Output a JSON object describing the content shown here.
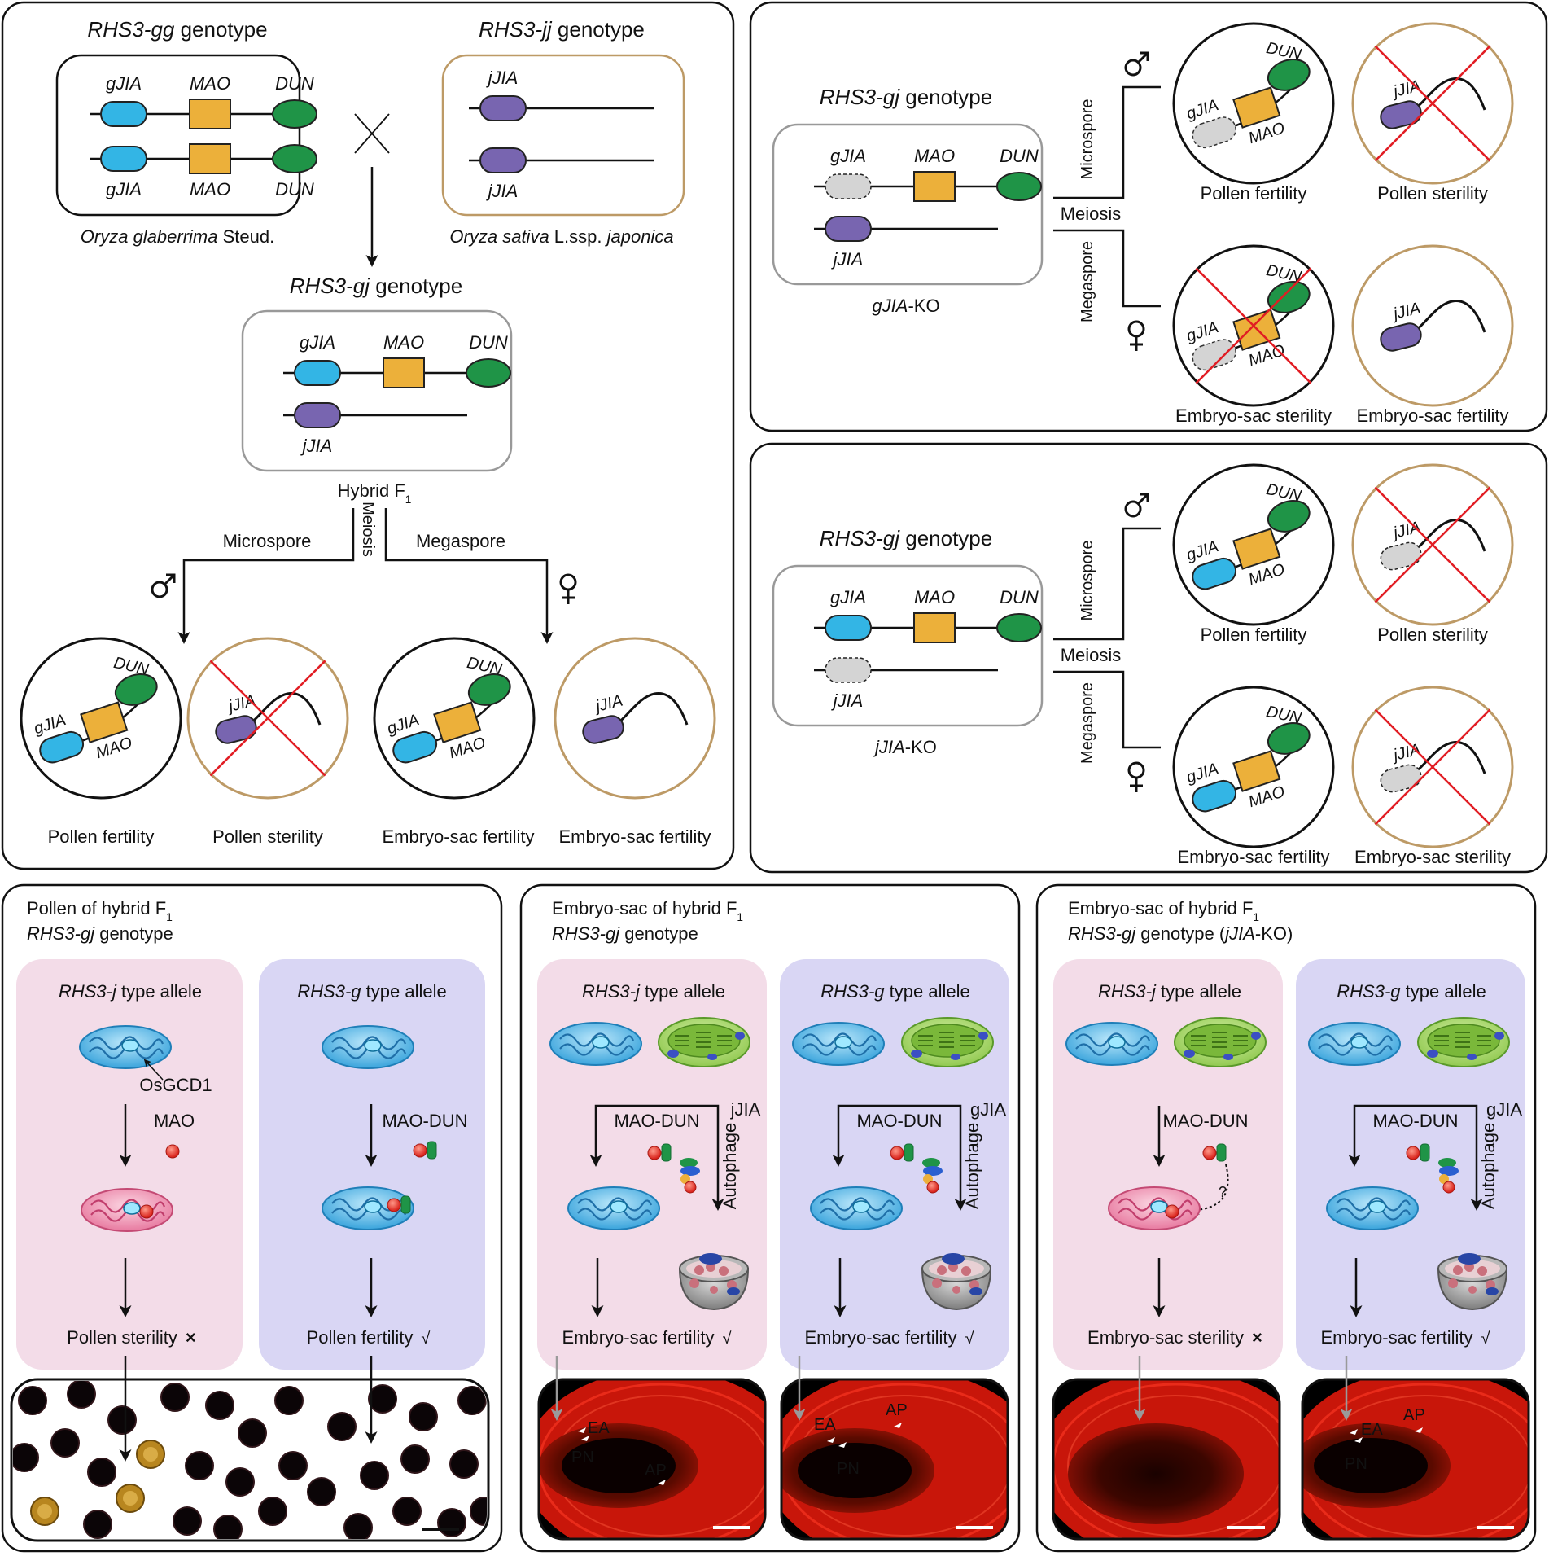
{
  "colors": {
    "gJIA": "#33b5e5",
    "jJIA": "#7865b0",
    "MAO": "#ecb03a",
    "DUN": "#1f9447",
    "ko": "#d4d4d4",
    "pinkPanel": "#f3dce8",
    "bluePanel": "#d9d6f4",
    "red": "#e11d24",
    "fertileRing": "#111111",
    "sterileRing": "#bd9a66",
    "check": "#2e9c45"
  },
  "icons": {
    "male": "male-symbol-icon",
    "female": "female-symbol-icon",
    "cross": "cross-mark-icon",
    "check": "check-mark-icon",
    "mito": "mitochondrion-icon",
    "chloro": "chloroplast-icon",
    "auto": "autophagosome-icon",
    "protein": "protein-complex-icon"
  },
  "labels": {
    "gJIA": "gJIA",
    "jJIA": "jJIA",
    "MAO": "MAO",
    "DUN": "DUN",
    "microspore": "Microspore",
    "megaspore": "Megaspore",
    "meiosis": "Meiosis",
    "pollenFertility": "Pollen fertility",
    "pollenSterility": "Pollen sterility",
    "esFertility": "Embryo-sac fertility",
    "esSterility": "Embryo-sac sterility"
  },
  "panelA": {
    "ggItalic": "RHS3-gg",
    "ggRest": " genotype",
    "jjItalic": "RHS3-jj",
    "jjRest": " genotype",
    "glaberrimaItalic": "Oryza glaberrima",
    "glaberrimaRest": " Steud.",
    "sativaItalic": "Oryza sativa",
    "sativaRest": " L.ssp. ",
    "japonica": "japonica",
    "gjItalic": "RHS3-gj",
    "gjRest": " genotype",
    "hybridF": "Hybrid F",
    "hybridSub": "1"
  },
  "panelB": {
    "gjItalic": "RHS3-gj",
    "gjRest": " genotype",
    "koItalic": "gJIA",
    "koRest": "-KO"
  },
  "panelC": {
    "gjItalic": "RHS3-gj",
    "gjRest": " genotype",
    "koItalic": "jJIA",
    "koRest": "-KO"
  },
  "panelD": {
    "title1": "Pollen of hybrid F",
    "title1sub": "1",
    "title2Italic": "RHS3-gj",
    "title2Rest": " genotype",
    "leftItalic": "RHS3-j",
    "leftRest": " type allele",
    "rightItalic": "RHS3-g",
    "rightRest": " type allele",
    "osgcd1": "OsGCD1",
    "mao": "MAO",
    "maoDun": "MAO-DUN",
    "leftResult": "Pollen sterility",
    "rightResult": "Pollen fertility"
  },
  "panelE": {
    "title1": "Embryo-sac of hybrid F",
    "title1sub": "1",
    "title2Italic": "RHS3-gj",
    "title2Rest": " genotype",
    "leftItalic": "RHS3-j",
    "leftRest": " type allele",
    "rightItalic": "RHS3-g",
    "rightRest": " type allele",
    "maoDun": "MAO-DUN",
    "leftJia": "jJIA",
    "rightJia": "gJIA",
    "autophage": "Autophage",
    "leftResult": "Embryo-sac fertility",
    "rightResult": "Embryo-sac fertility",
    "ea": "EA",
    "pn": "PN",
    "ap": "AP"
  },
  "panelF": {
    "title1": "Embryo-sac of hybrid F",
    "title1sub": "1",
    "title2Italic": "RHS3-gj",
    "title2Rest": " genotype (",
    "title2Italic2": "jJIA",
    "title2Rest2": "-KO)",
    "leftItalic": "RHS3-j",
    "leftRest": " type allele",
    "rightItalic": "RHS3-g",
    "rightRest": " type allele",
    "maoDun": "MAO-DUN",
    "question": "?",
    "rightJia": "gJIA",
    "autophage": "Autophage",
    "leftResult": "Embryo-sac sterility",
    "rightResult": "Embryo-sac fertility",
    "ea": "EA",
    "pn": "PN",
    "ap": "AP"
  }
}
